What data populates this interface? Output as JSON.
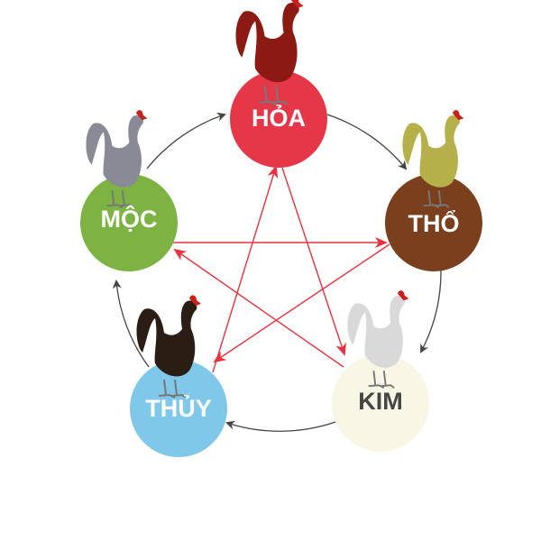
{
  "elements": [
    {
      "id": "hoa",
      "label": "HỎA",
      "color": "#e53747",
      "text_color": "#ffffff",
      "rooster_color": "#8b1a12"
    },
    {
      "id": "tho",
      "label": "THỔ",
      "color": "#7a3f1c",
      "text_color": "#ffffff",
      "rooster_color": "#b5b04a"
    },
    {
      "id": "kim",
      "label": "KIM",
      "color": "#f8f7e6",
      "text_color": "#454545",
      "rooster_color": "#d9d9d9"
    },
    {
      "id": "thuy",
      "label": "THỦY",
      "color": "#80c8ea",
      "text_color": "#ffffff",
      "rooster_color": "#2a1e14"
    },
    {
      "id": "moc",
      "label": "MỘC",
      "color": "#7cb342",
      "text_color": "#ffffff",
      "rooster_color": "#8a8a96"
    }
  ],
  "generating_cycle": {
    "color": "#444444",
    "order": [
      "moc",
      "hoa",
      "tho",
      "kim",
      "thuy"
    ]
  },
  "overcoming_cycle": {
    "color": "#e8333f",
    "pairs": [
      [
        "moc",
        "tho"
      ],
      [
        "tho",
        "thuy"
      ],
      [
        "thuy",
        "hoa"
      ],
      [
        "hoa",
        "kim"
      ],
      [
        "kim",
        "moc"
      ]
    ]
  }
}
